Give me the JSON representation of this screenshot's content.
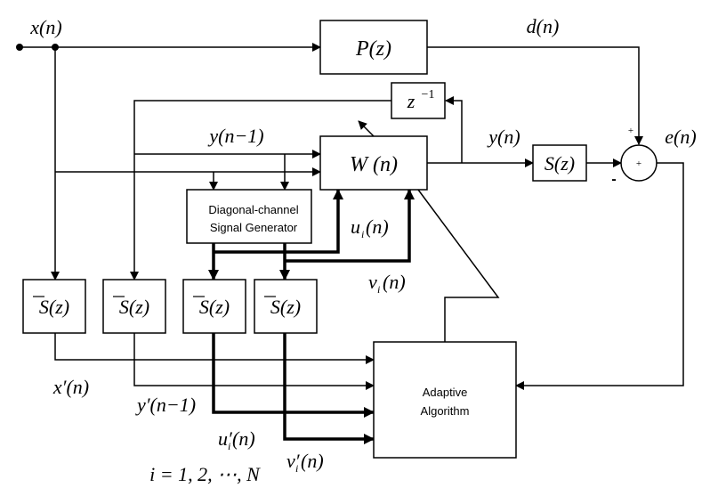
{
  "diagram": {
    "title": "",
    "signals": {
      "input": "x(n)",
      "desired": "d(n)",
      "output": "y(n)",
      "delayed_output": "y(n−1)",
      "error": "e(n)",
      "u": "u",
      "u_sub": "i",
      "u_arg": "(n)",
      "v": "v",
      "v_sub": "i",
      "v_arg": "(n)",
      "x_filtered": "x′(n)",
      "y_filtered": "y′(n−1)",
      "u_filtered": "u′",
      "u_filtered_sub": "i",
      "u_filtered_arg": "(n)",
      "v_filtered": "v′",
      "v_filtered_sub": "i",
      "v_filtered_arg": "(n)",
      "index_note": "i = 1, 2, ⋯, N"
    },
    "blocks": {
      "primary_path": "P(z)",
      "delay_base": "z",
      "delay_exp": "−1",
      "controller": "W (n)",
      "secondary_path": "S(z)",
      "secondary_estimate": "S(z)",
      "diagonal_generator_line1": "Diagonal-channel",
      "diagonal_generator_line2": "Signal Generator",
      "adaptive_line1": "Adaptive",
      "adaptive_line2": "Algorithm"
    },
    "summing_junction": {
      "center_sign": "+",
      "top_sign": "+",
      "left_sign": "-"
    }
  }
}
